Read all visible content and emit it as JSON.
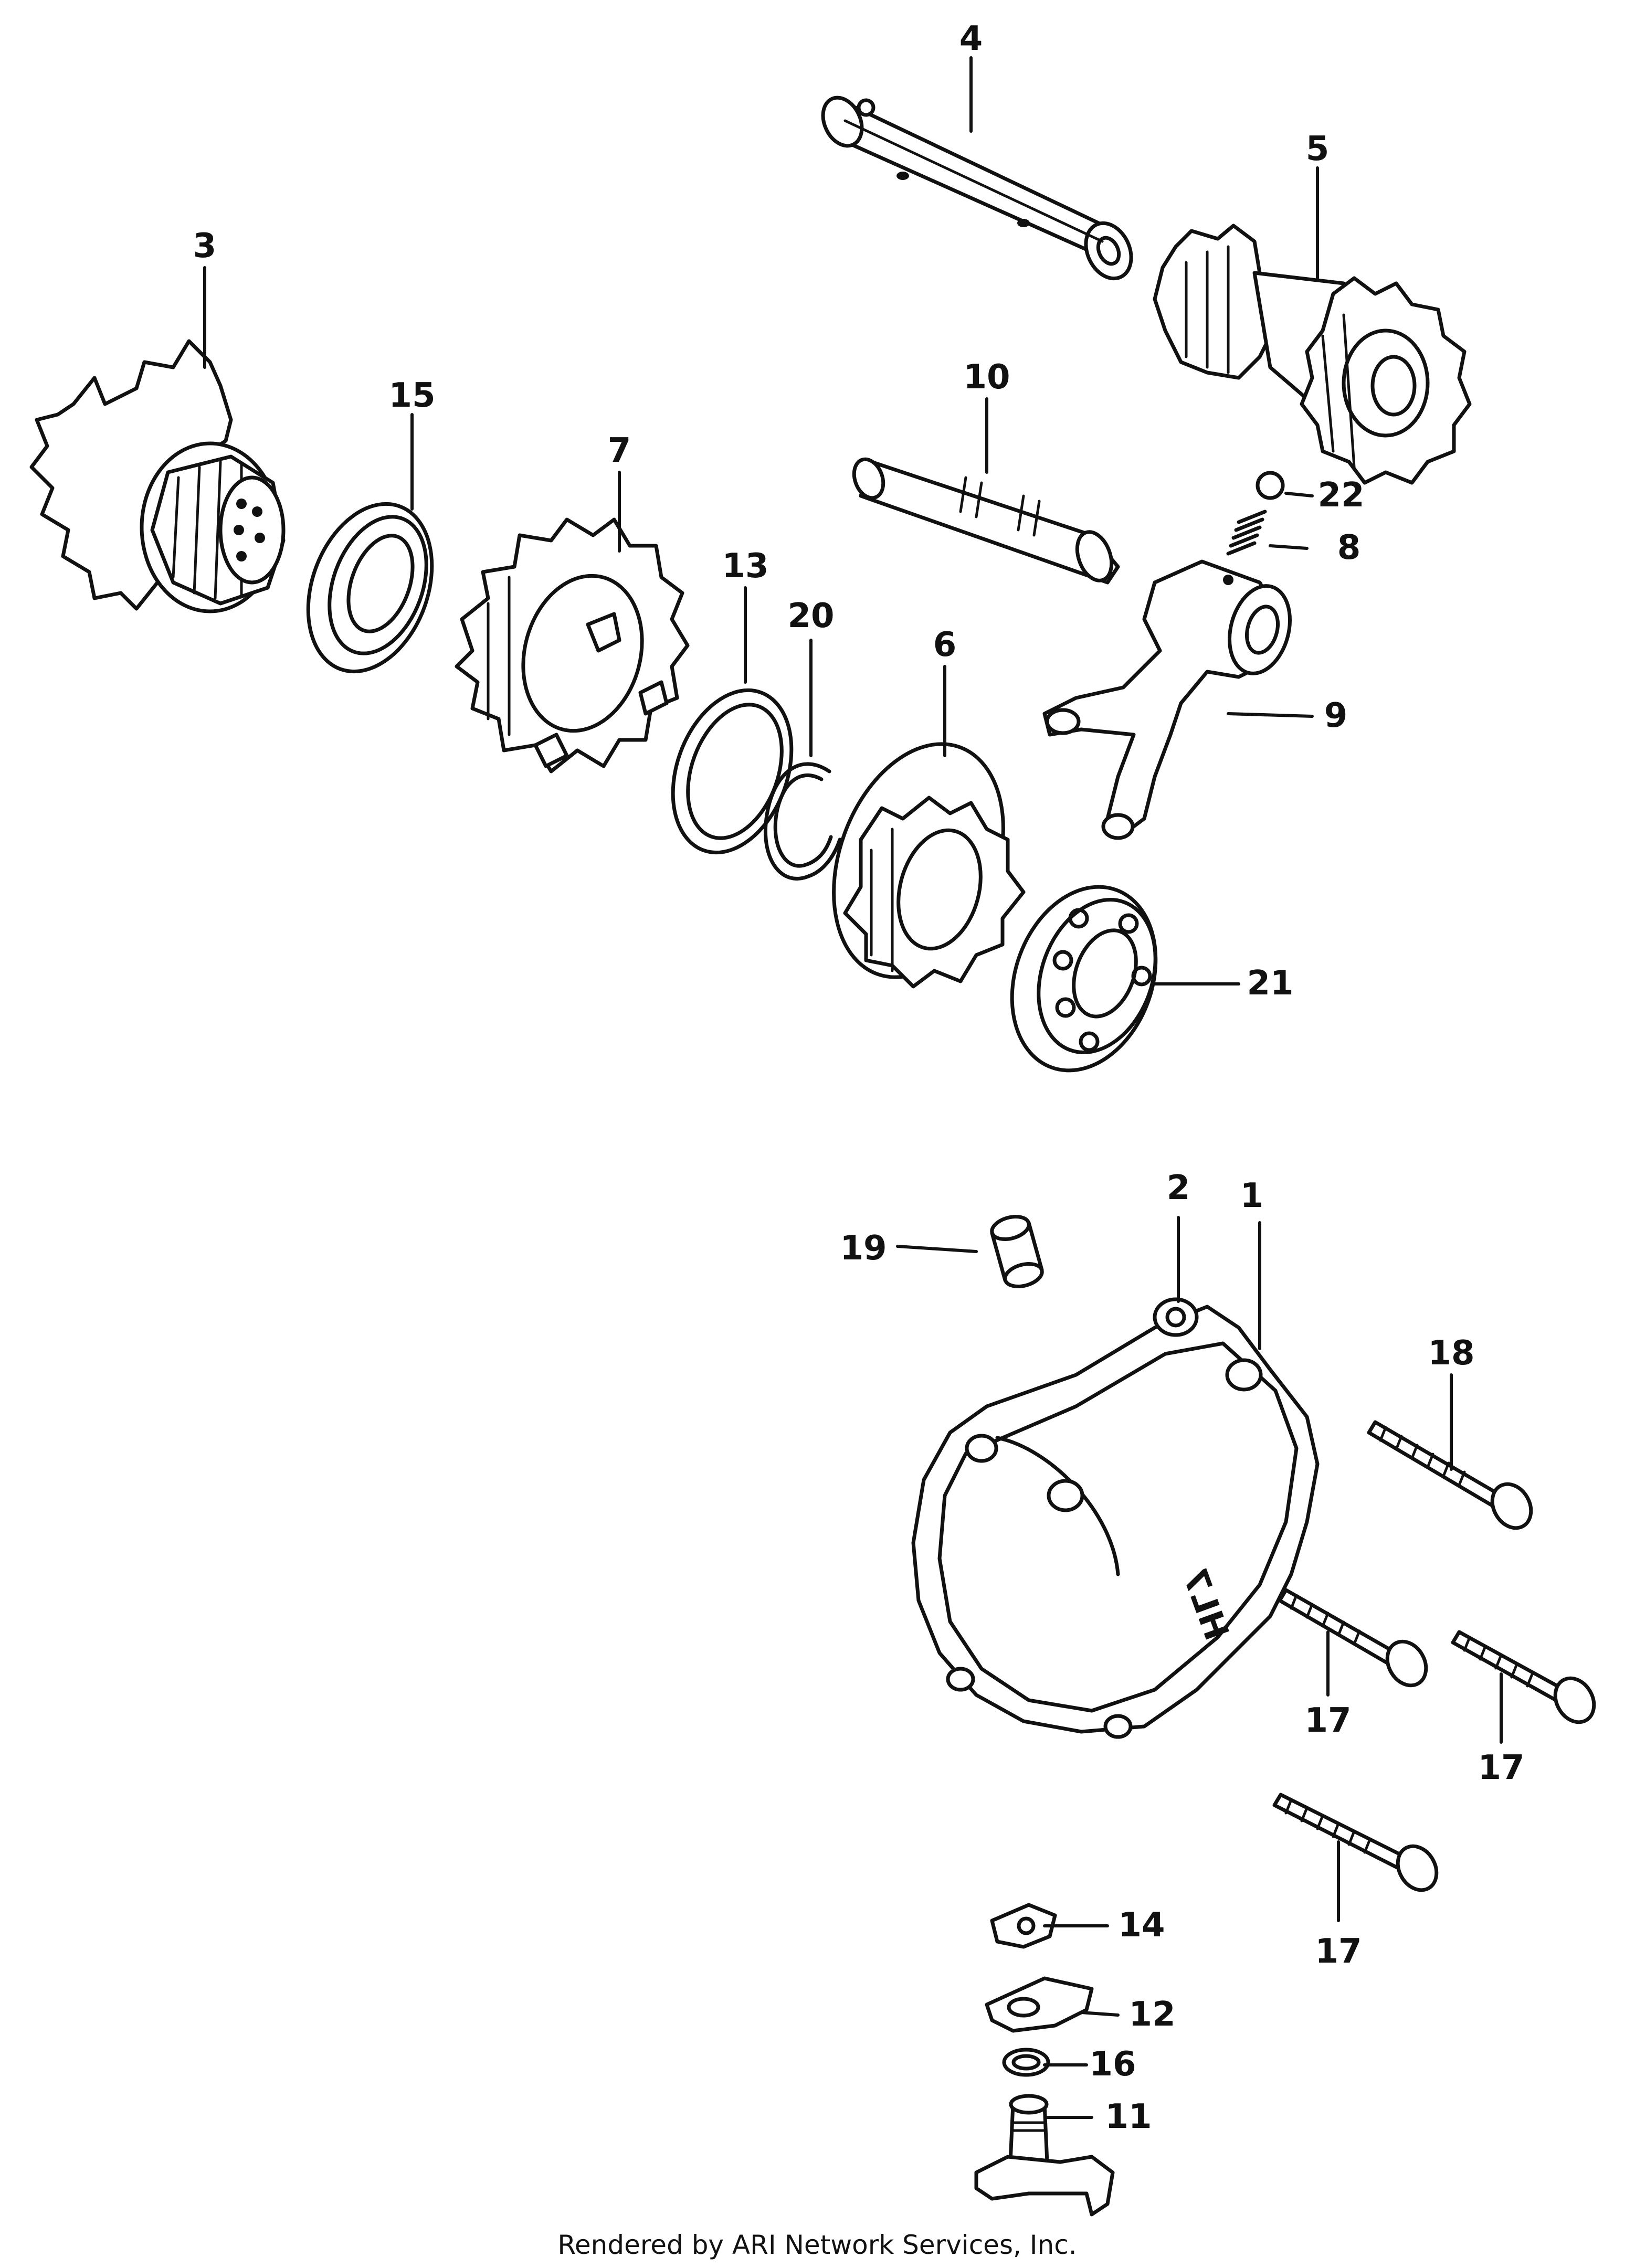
{
  "callouts": [
    {
      "id": "1",
      "label": "1"
    },
    {
      "id": "2",
      "label": "2"
    },
    {
      "id": "3",
      "label": "3"
    },
    {
      "id": "4",
      "label": "4"
    },
    {
      "id": "5",
      "label": "5"
    },
    {
      "id": "6",
      "label": "6"
    },
    {
      "id": "7",
      "label": "7"
    },
    {
      "id": "8",
      "label": "8"
    },
    {
      "id": "9",
      "label": "9"
    },
    {
      "id": "10",
      "label": "10"
    },
    {
      "id": "11",
      "label": "11"
    },
    {
      "id": "12",
      "label": "12"
    },
    {
      "id": "13",
      "label": "13"
    },
    {
      "id": "14",
      "label": "14"
    },
    {
      "id": "15",
      "label": "15"
    },
    {
      "id": "16",
      "label": "16"
    },
    {
      "id": "17a",
      "label": "17"
    },
    {
      "id": "17b",
      "label": "17"
    },
    {
      "id": "17c",
      "label": "17"
    },
    {
      "id": "18",
      "label": "18"
    },
    {
      "id": "19",
      "label": "19"
    },
    {
      "id": "20",
      "label": "20"
    },
    {
      "id": "21",
      "label": "21"
    },
    {
      "id": "22",
      "label": "22"
    }
  ],
  "cover_marking": "HL7",
  "footer": "Rendered by ARI Network Services, Inc."
}
